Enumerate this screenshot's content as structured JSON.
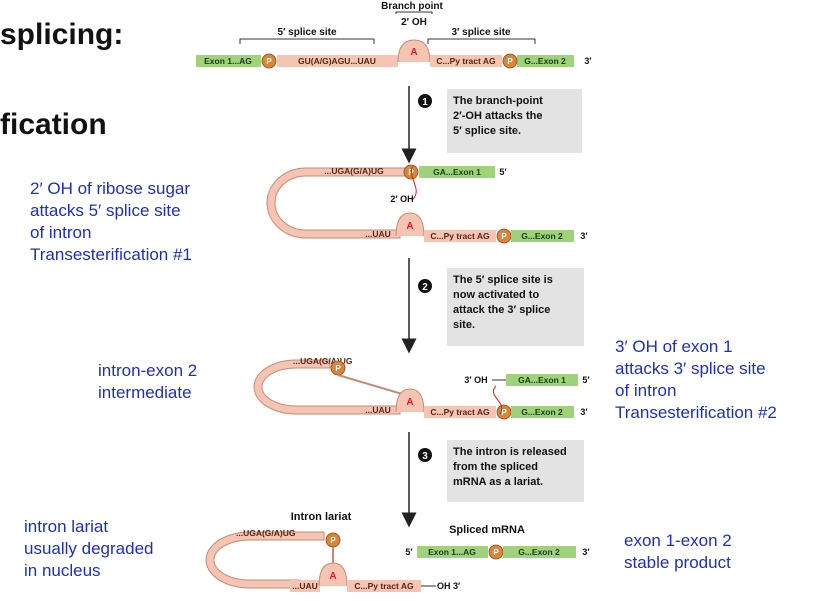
{
  "titles": {
    "line1": "splicing:",
    "line2": "fication"
  },
  "top": {
    "branch_point": "Branch point",
    "oh2": "2′ OH",
    "site5": "5′ splice site",
    "site3": "3′ splice site",
    "exon1": "Exon 1...AG",
    "intron5": "GU(A/G)AGU...UAU",
    "intron3": "C...Py tract AG",
    "exon2": "G...Exon 2",
    "end3": "3′",
    "p": "P",
    "a": "A"
  },
  "steps": [
    {
      "num": "1",
      "text": "The branch-point\n2′-OH attacks the\n5′ splice site."
    },
    {
      "num": "2",
      "text": "The 5′ splice site is\nnow activated to\nattack the 3′ splice\nsite."
    },
    {
      "num": "3",
      "text": "The intron is released\nfrom the spliced\nmRNA as a lariat."
    }
  ],
  "stage1": {
    "loop_top": "...UGA(G/A)UG",
    "exon1": "GA...Exon 1",
    "end5": "5′",
    "oh2": "2′ OH",
    "loop_bottom": "...UAU",
    "intron3": "C...Py tract AG",
    "exon2": "G...Exon 2",
    "end3": "3′"
  },
  "stage2": {
    "loop_top": "...UGA(G/A)UG",
    "oh3": "3′ OH",
    "exon1": "GA...Exon 1",
    "end5": "5′",
    "loop_bottom": "...UAU",
    "intron3": "C...Py tract AG",
    "exon2": "G...Exon 2",
    "end3": "3′"
  },
  "stage3": {
    "lariat_label": "Intron lariat",
    "loop_top": "...UGA(G/A)UG",
    "loop_bottom": "...UAU",
    "intron3": "C...Py tract AG",
    "oh3": "OH 3′",
    "spliced_label": "Spliced mRNA",
    "end5": "5′",
    "exon1": "Exon 1...AG",
    "exon2": "G...Exon 2",
    "end3": "3′"
  },
  "notes": {
    "left1": "2′ OH of ribose sugar\nattacks 5′ splice site\nof intron\nTransesterification #1",
    "left2": "intron-exon 2\nintermediate",
    "right2": "3′ OH of exon 1\nattacks 3′ splice site\nof intron\nTransesterification #2",
    "left3": "intron lariat\nusually degraded\nin nucleus",
    "right3": "exon 1-exon 2\nstable product"
  },
  "colors": {
    "exon": "#9fd27a",
    "intron": "#f5c4b2",
    "phosphate": "#d9863c",
    "note": "#1f2fb8",
    "stepbox": "#e3e3e3"
  }
}
